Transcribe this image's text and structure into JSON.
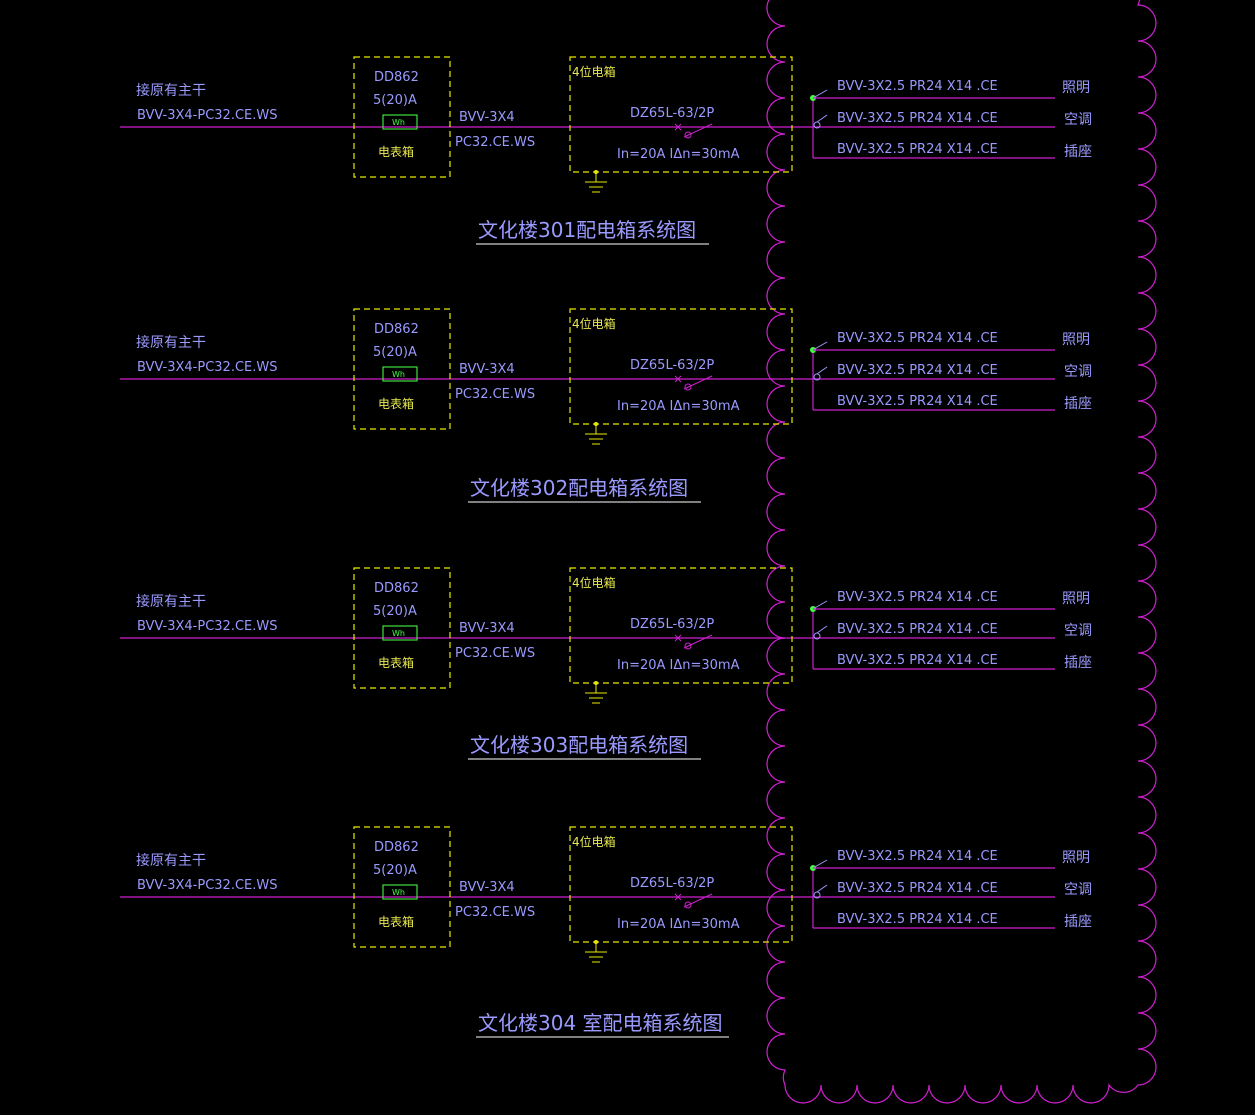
{
  "colors": {
    "background": "#000000",
    "wire": "#d020d0",
    "box_dash": "#e8e800",
    "text": "#9a9aff",
    "meter": "#40e040",
    "cloud": "#d020d0"
  },
  "panels": [
    {
      "incoming_label": "接原有主干",
      "incoming_cable": "BVV-3X4-PC32.CE.WS",
      "meter_model": "DD862",
      "meter_rating": "5(20)A",
      "meter_symbol": "Wh",
      "meter_box_label": "电表箱",
      "feeder_cable_1": "BVV-3X4",
      "feeder_cable_2": "PC32.CE.WS",
      "dist_box_label": "4位电箱",
      "breaker_model": "DZ65L-63/2P",
      "breaker_rating": "In=20A IΔn=30mA",
      "circuits": [
        {
          "cable": "BVV-3X2.5  PR24 X14 .CE",
          "use": "照明"
        },
        {
          "cable": "BVV-3X2.5  PR24 X14 .CE",
          "use": "空调"
        },
        {
          "cable": "BVV-3X2.5  PR24 X14 .CE",
          "use": "插座"
        }
      ],
      "title": "文化楼301配电箱系统图"
    },
    {
      "incoming_label": "接原有主干",
      "incoming_cable": "BVV-3X4-PC32.CE.WS",
      "meter_model": "DD862",
      "meter_rating": "5(20)A",
      "meter_symbol": "Wh",
      "meter_box_label": "电表箱",
      "feeder_cable_1": "BVV-3X4",
      "feeder_cable_2": "PC32.CE.WS",
      "dist_box_label": "4位电箱",
      "breaker_model": "DZ65L-63/2P",
      "breaker_rating": "In=20A IΔn=30mA",
      "circuits": [
        {
          "cable": "BVV-3X2.5  PR24 X14 .CE",
          "use": "照明"
        },
        {
          "cable": "BVV-3X2.5  PR24 X14 .CE",
          "use": "空调"
        },
        {
          "cable": "BVV-3X2.5  PR24 X14 .CE",
          "use": "插座"
        }
      ],
      "title": "文化楼302配电箱系统图"
    },
    {
      "incoming_label": "接原有主干",
      "incoming_cable": "BVV-3X4-PC32.CE.WS",
      "meter_model": "DD862",
      "meter_rating": "5(20)A",
      "meter_symbol": "Wh",
      "meter_box_label": "电表箱",
      "feeder_cable_1": "BVV-3X4",
      "feeder_cable_2": "PC32.CE.WS",
      "dist_box_label": "4位电箱",
      "breaker_model": "DZ65L-63/2P",
      "breaker_rating": "In=20A IΔn=30mA",
      "circuits": [
        {
          "cable": "BVV-3X2.5  PR24 X14 .CE",
          "use": "照明"
        },
        {
          "cable": "BVV-3X2.5  PR24 X14 .CE",
          "use": "空调"
        },
        {
          "cable": "BVV-3X2.5  PR24 X14 .CE",
          "use": "插座"
        }
      ],
      "title": "文化楼303配电箱系统图"
    },
    {
      "incoming_label": "接原有主干",
      "incoming_cable": "BVV-3X4-PC32.CE.WS",
      "meter_model": "DD862",
      "meter_rating": "5(20)A",
      "meter_symbol": "Wh",
      "meter_box_label": "电表箱",
      "feeder_cable_1": "BVV-3X4",
      "feeder_cable_2": "PC32.CE.WS",
      "dist_box_label": "4位电箱",
      "breaker_model": "DZ65L-63/2P",
      "breaker_rating": "In=20A IΔn=30mA",
      "circuits": [
        {
          "cable": "BVV-3X2.5  PR24 X14 .CE",
          "use": "照明"
        },
        {
          "cable": "BVV-3X2.5  PR24 X14 .CE",
          "use": "空调"
        },
        {
          "cable": "BVV-3X2.5  PR24 X14 .CE",
          "use": "插座"
        }
      ],
      "title": "文化楼304 室配电箱系统图"
    }
  ]
}
